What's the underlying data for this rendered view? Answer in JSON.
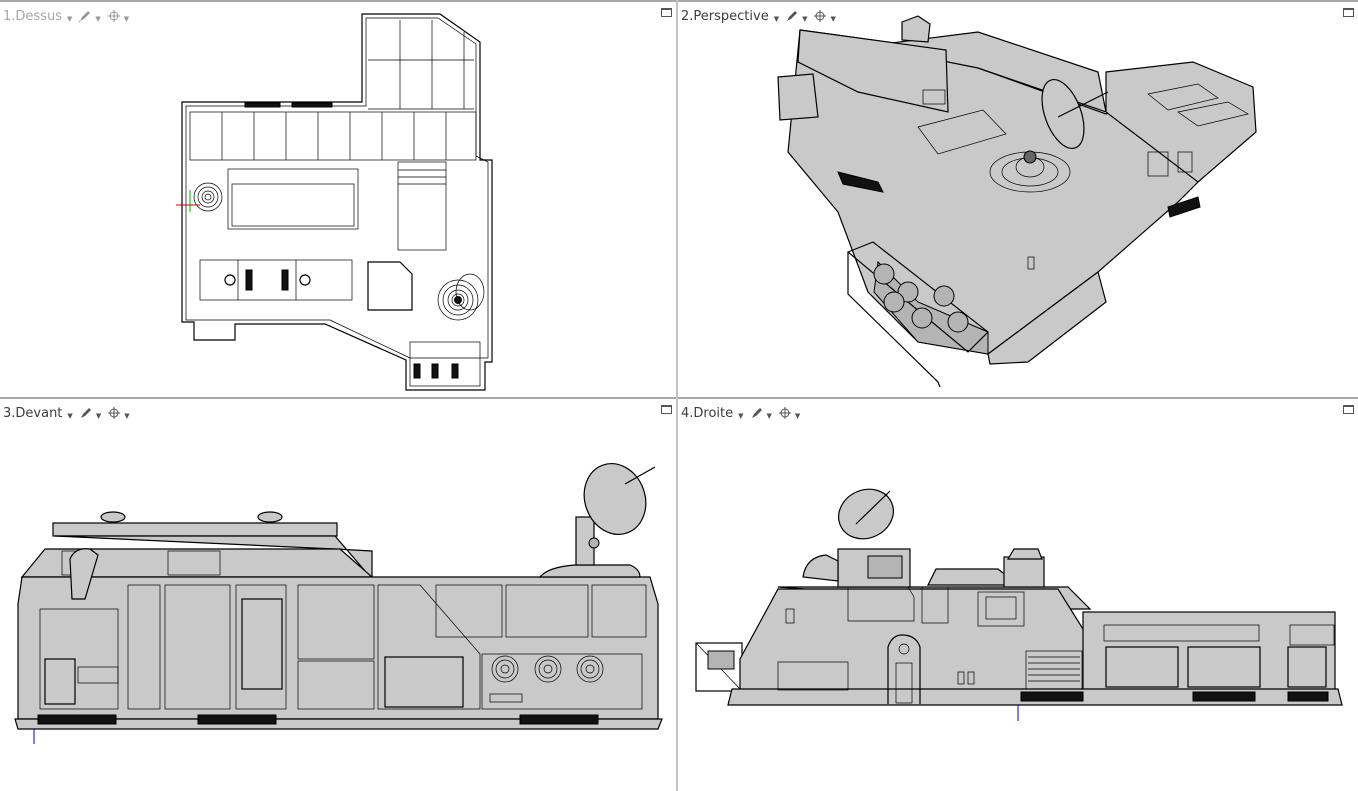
{
  "viewports": [
    {
      "id": 1,
      "label": "1.Dessus",
      "view": "top",
      "active": false
    },
    {
      "id": 2,
      "label": "2.Perspective",
      "view": "perspective",
      "active": true
    },
    {
      "id": 3,
      "label": "3.Devant",
      "view": "front",
      "active": true
    },
    {
      "id": 4,
      "label": "4.Droite",
      "view": "right",
      "active": true
    }
  ],
  "header_icons": {
    "display_mode": "pen-icon",
    "camera": "crosshair-target-icon",
    "dropdown": "caret-down-icon",
    "maximize": "maximize-viewport-icon"
  },
  "colors": {
    "surface": "#c9c9c9",
    "outline": "#000000",
    "divider": "#c4c4c4",
    "label_active": "#3c3c3c",
    "label_inactive": "#a8a8a8",
    "axis_x": "#cc0000",
    "axis_y": "#00aa00",
    "axis_z": "#0000cc"
  }
}
